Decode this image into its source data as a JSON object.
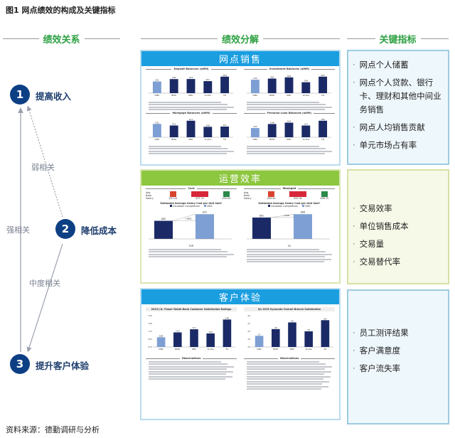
{
  "figure_title": "图1  网点绩效的构成及关键指标",
  "section_headers": {
    "relations": "绩效关系",
    "breakdown": "绩效分解",
    "indicators": "关键指标"
  },
  "relations": {
    "nodes": [
      {
        "num": "1",
        "label": "提高收入"
      },
      {
        "num": "2",
        "label": "降低成本"
      },
      {
        "num": "3",
        "label": "提升客户体验"
      }
    ],
    "links": {
      "weak": "弱相关",
      "strong": "强相关",
      "medium": "中度相关"
    },
    "node_color": "#0d3f84"
  },
  "panels": {
    "sales": {
      "title": "网点销售",
      "color": "#1a9ee0",
      "charts": [
        {
          "title": "Deposit Balances ($MM)",
          "categories": [
            "CIBC",
            "BMO",
            "RBC",
            "Scotia",
            "TD"
          ],
          "values": [
            201,
            242,
            243,
            207,
            284
          ]
        },
        {
          "title": "Investment Balances ($MM)",
          "categories": [
            "CIBC",
            "BMO",
            "RBC",
            "Scotia",
            "TD"
          ],
          "values": [
            242,
            262,
            284,
            196,
            297
          ]
        },
        {
          "title": "Mortgage Balances ($MM)",
          "categories": [
            "CIBC",
            "BMO",
            "RBC",
            "Scotia",
            "TD"
          ],
          "values": [
            251,
            221,
            311,
            196,
            201
          ]
        },
        {
          "title": "Personal Loan Balances ($MM)",
          "categories": [
            "CIBC",
            "BMO",
            "RBC",
            "Scotia",
            "TD"
          ],
          "values": [
            103,
            148,
            163,
            131,
            185
          ]
        }
      ]
    },
    "efficiency": {
      "title": "运营效率",
      "color": "#8dc63f",
      "columns": [
        {
          "title": "Core",
          "salary_label": "Avg. Base Salary",
          "salaries": [
            "$37.0k",
            "$37.7k",
            "$39.0k"
          ],
          "chart_title": "Estimated Average Salary Cost per Unit Sale*",
          "legend": [
            "Canadian Competitors",
            "CIBC"
          ],
          "values": [
            52,
            71
          ],
          "value_labels": [
            "$52",
            "$71"
          ],
          "delta": "+36%",
          "xlabel": "FSR"
        },
        {
          "title": "Managed",
          "salary_label": "Avg. Base Salary",
          "salaries": [
            "$50.4k",
            "$50.3k",
            "$58.7k"
          ],
          "chart_title": "Estimated Average Salary Cost per Unit Sale*",
          "legend": [
            "Canadian Competitors",
            "CIBC"
          ],
          "values": [
            51,
            59
          ],
          "value_labels": [
            "$51",
            "$59"
          ],
          "delta": "+15%",
          "xlabel": "FA"
        }
      ]
    },
    "experience": {
      "title": "客户体验",
      "color": "#1a9ee0",
      "charts": [
        {
          "title": "2015 J.D. Power Retail Bank Customer Satisfaction Ratings",
          "categories": [
            "CIBC",
            "BMO",
            "RBC",
            "Scotia",
            "TD"
          ],
          "values": [
            698,
            712,
            721,
            709,
            749
          ],
          "ylim": [
            670,
            760
          ],
          "observations": "Observations"
        },
        {
          "title": "Q1 2015 Synovate Overall Branch Satisfaction",
          "categories": [
            "CIBC",
            "BMO",
            "RBC",
            "Scotia",
            "TD"
          ],
          "values": [
            37,
            40,
            43,
            39,
            44
          ],
          "ylim": [
            32,
            46
          ],
          "observations": "Observations"
        }
      ]
    }
  },
  "colors": {
    "cibc_bar": "#7e9fd4",
    "competitor_bar": "#1b2a66"
  },
  "indicators": [
    {
      "items": [
        "网点个人储蓄",
        "网点个人贷款、银行卡、理财和其他中间业务销售",
        "网点人均销售贡献",
        "单元市场占有率"
      ]
    },
    {
      "items": [
        "交易效率",
        "单位销售成本",
        "交易量",
        "交易替代率"
      ]
    },
    {
      "items": [
        "员工测评结果",
        "客户满意度",
        "客户流失率"
      ]
    }
  ],
  "footer": "资料来源：德勤调研与分析"
}
